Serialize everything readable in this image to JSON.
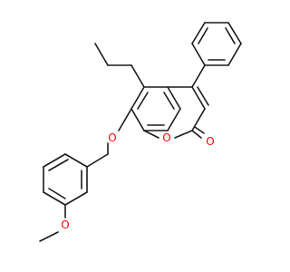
{
  "diagram": {
    "atoms": [
      {
        "id": "O1",
        "symbol": "O",
        "color": "#ff0000"
      },
      {
        "id": "O2",
        "symbol": "O",
        "color": "#ff0000"
      },
      {
        "id": "O3",
        "symbol": "O",
        "color": "#ff0000"
      },
      {
        "id": "O4",
        "symbol": "O",
        "color": "#ff0000"
      }
    ],
    "bond_color": "#1a1a1a"
  }
}
